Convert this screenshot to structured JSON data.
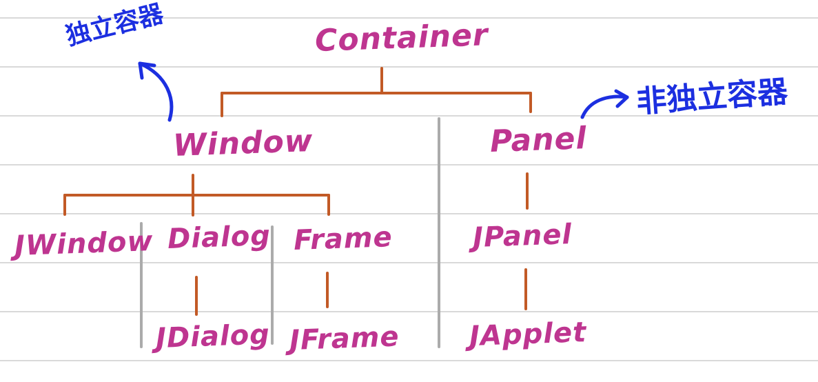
{
  "hierarchy": {
    "root": {
      "label": "Container",
      "children": [
        {
          "label": "Window",
          "children": [
            {
              "label": "JWindow",
              "children": []
            },
            {
              "label": "Dialog",
              "children": [
                {
                  "label": "JDialog",
                  "children": []
                }
              ]
            },
            {
              "label": "Frame",
              "children": [
                {
                  "label": "JFrame",
                  "children": []
                }
              ]
            }
          ]
        },
        {
          "label": "Panel",
          "children": [
            {
              "label": "JPanel",
              "children": [
                {
                  "label": "JApplet",
                  "children": []
                }
              ]
            }
          ]
        }
      ]
    }
  },
  "annotations": {
    "independent": {
      "text": "独立容器"
    },
    "non_independent": {
      "text": "非独立容器"
    }
  },
  "colors": {
    "node_text": "#be3590",
    "connector": "#c25a26",
    "annotation": "#1c2fe0",
    "divider": "#ababab",
    "ruled_line": "#d9d9d9",
    "background": "#ffffff"
  }
}
